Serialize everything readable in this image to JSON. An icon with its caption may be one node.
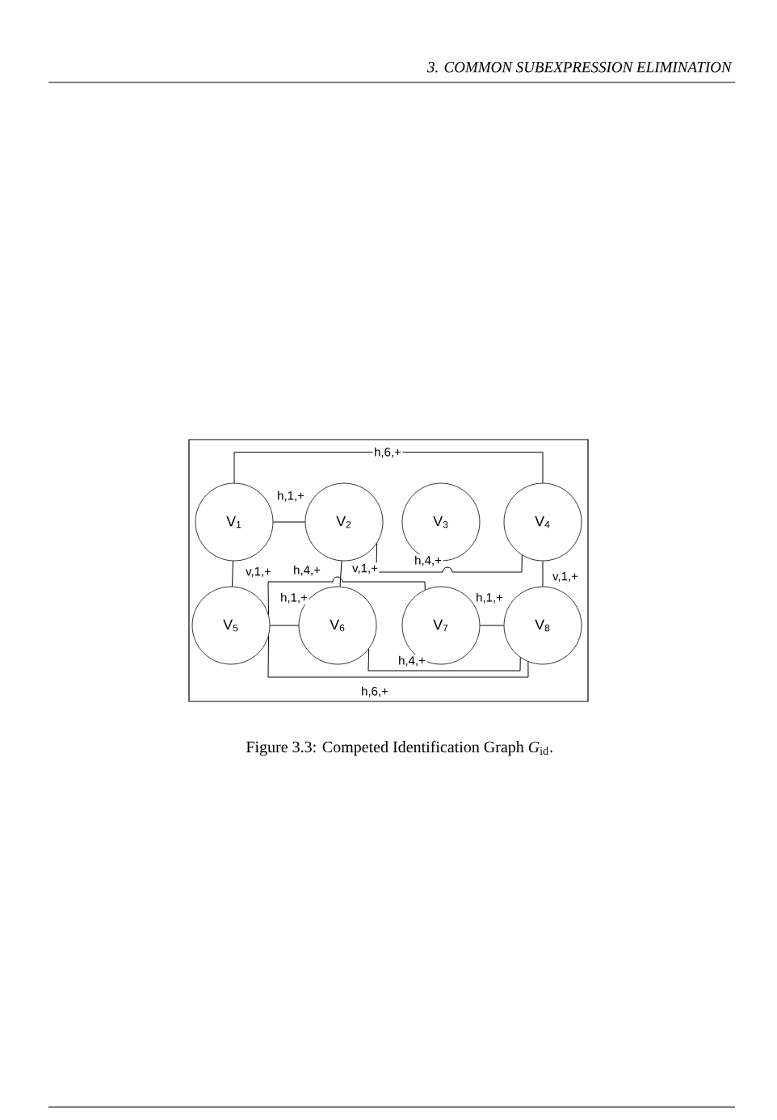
{
  "diagram": {
    "caption": "Figure 3.3: Competed Identification Graph *G*$_{id}$.",
    "nodes": [
      {
        "text": [
          "V$_{1}$"
        ]
      },
      {
        "text": [
          "V$_{2}$"
        ]
      },
      {
        "text": [
          "V$_{3}$"
        ]
      },
      {
        "text": [
          "V$_{4}$"
        ]
      },
      {
        "text": [
          "V$_{5}$"
        ]
      },
      {
        "text": [
          "V$_{6}$"
        ]
      },
      {
        "text": [
          "V$_{7}$"
        ]
      },
      {
        "text": [
          "V$_{8}$"
        ]
      }
    ],
    "edges": [
      {
        "from": 0,
        "to": 1,
        "arrow": "none",
        "label": "h,1,+"
      },
      {
        "from": 0,
        "to": 3,
        "arrow": "none",
        "label": "h,6,+"
      },
      {
        "from": 0,
        "to": 4,
        "arrow": "none",
        "label": "v,1,+"
      },
      {
        "from": 1,
        "to": 5,
        "arrow": "none",
        "label": "v,1,+"
      },
      {
        "from": 1,
        "to": 3,
        "arrow": "none",
        "label": "h,4,+"
      },
      {
        "from": 4,
        "to": 6,
        "arrow": "none",
        "label": "h,4,+"
      },
      {
        "from": 3,
        "to": 7,
        "arrow": "none",
        "label": "v,1,+"
      },
      {
        "from": 4,
        "to": 5,
        "arrow": "none",
        "label": "h,1,+"
      },
      {
        "from": 6,
        "to": 7,
        "arrow": "none",
        "label": "h,1,+"
      },
      {
        "from": 5,
        "to": 7,
        "arrow": "none",
        "label": "h,4,+"
      },
      {
        "from": 4,
        "to": 7,
        "arrow": "none",
        "label": "h,6,+"
      }
    ],
    "labels": [
      "3. COMMON SUBEXPRESSION ELIMINATION"
    ]
  }
}
